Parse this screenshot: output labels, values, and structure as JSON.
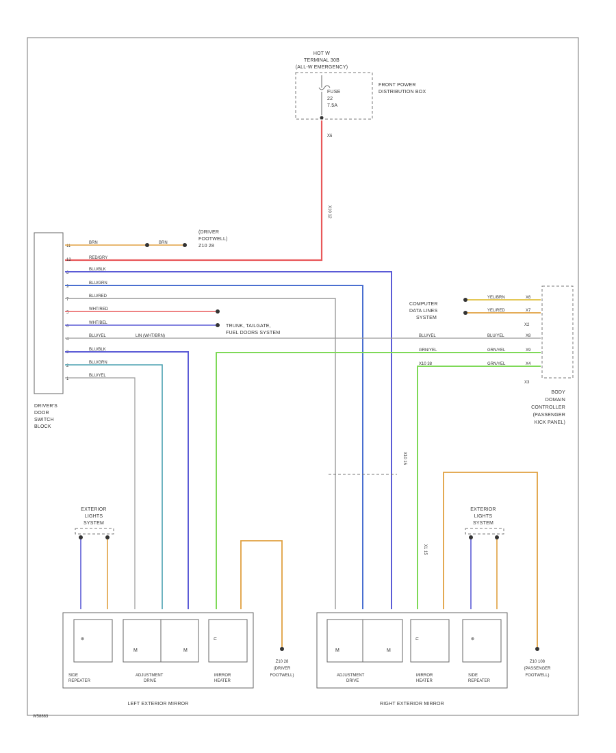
{
  "components": {
    "fuse_box": {
      "hot_label": [
        "HOT W",
        "TERMINAL 30B",
        "(ALL-W EMERGENCY)"
      ],
      "fuse": [
        "FUSE",
        "22",
        "7.5A"
      ],
      "name": [
        "FRONT POWER",
        "DISTRIBUTION BOX"
      ]
    },
    "switch_block": {
      "name": [
        "DRIVER'S",
        "DOOR",
        "SWITCH",
        "BLOCK"
      ]
    },
    "bcm": {
      "name": [
        "BODY",
        "DOMAIN",
        "CONTROLLER",
        "(PASSENGER",
        "KICK PANEL)"
      ]
    },
    "driver_footwell": [
      "(DRIVER",
      "FOOTWELL)",
      "Z10 28"
    ],
    "computer_data_lines": [
      "COMPUTER",
      "DATA LINES",
      "SYSTEM"
    ],
    "trunk_system": [
      "TRUNK, TAILGATE,",
      "FUEL DOORS SYSTEM"
    ],
    "lin_label": "LIN (WHT/BRN)",
    "left_mirror": {
      "title": "LEFT EXTERIOR MIRROR",
      "side_repeater": [
        "SIDE",
        "REPEATER"
      ],
      "adjustment_drive": [
        "ADJUSTMENT",
        "DRIVE"
      ],
      "mirror_heater": [
        "MIRROR",
        "HEATER"
      ],
      "exterior_lights": [
        "EXTERIOR",
        "LIGHTS",
        "SYSTEM"
      ]
    },
    "right_mirror": {
      "title": "RIGHT EXTERIOR MIRROR",
      "adjustment_drive": [
        "ADJUSTMENT",
        "DRIVE"
      ],
      "mirror_heater": [
        "MIRROR",
        "HEATER"
      ],
      "side_repeater": [
        "SIDE",
        "REPEATER"
      ],
      "exterior_lights": [
        "EXTERIOR",
        "LIGHTS",
        "SYSTEM"
      ]
    },
    "ground_left": [
      "Z10 28",
      "(DRIVER",
      "FOOTWELL)"
    ],
    "ground_right": [
      "Z10 108",
      "(PASSENGER",
      "FOOTWELL)"
    ],
    "figure_id": "W58883"
  },
  "wire_labels": {
    "switch_wires": [
      "BRN",
      "RED/GRY",
      "BLU/BLK",
      "BLU/GRN",
      "BLU/RED",
      "WHT/RED",
      "WHT/BEL",
      "BLU/YEL",
      "BLU/BLK",
      "BLU/GRN",
      "BLU/YEL"
    ],
    "switch_pins": [
      "11",
      "12",
      "8",
      "9",
      "7",
      "5",
      "6",
      "4",
      "3",
      "2",
      "1"
    ],
    "bcm_wires": [
      "YEL/BRN",
      "YEL/RED",
      "BLU/YEL",
      "GRN/YEL",
      "GRN/YEL"
    ],
    "bcm_pins": [
      "X6",
      "X7",
      "X8",
      "X9",
      "X4"
    ],
    "connector_labels": [
      "X1",
      "X2",
      "X3"
    ]
  },
  "colors": {
    "red": "#e8585a",
    "blue": "#5b5bd6",
    "blue2": "#4a6fd0",
    "teal": "#4aa0b0",
    "green": "#7ed957",
    "orange": "#e0a040",
    "gray": "#9a9a9a",
    "yellow": "#d8c070",
    "outline": "#666666"
  }
}
